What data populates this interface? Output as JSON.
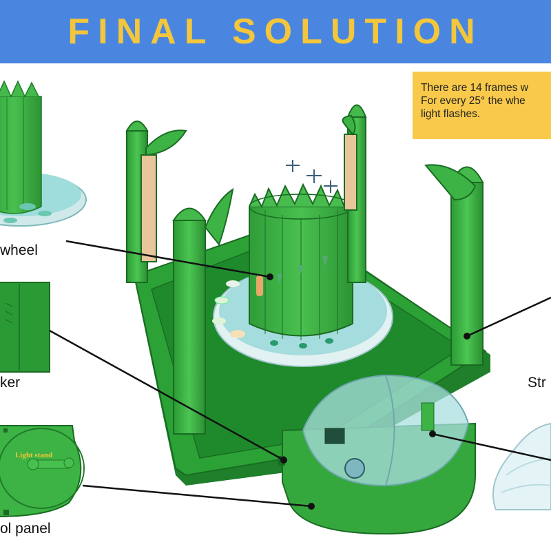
{
  "header": {
    "title": "FINAL SOLUTION"
  },
  "note": {
    "lines": [
      "There are 14 frames w",
      "For every 25° the whe",
      "light flashes."
    ]
  },
  "labels": {
    "wheel": "wheel",
    "speaker": "ker",
    "control_panel": "ol panel",
    "strip": "Str"
  },
  "inset_control_panel": {
    "text": "Light stand"
  },
  "colors": {
    "banner": "#4a86e0",
    "title": "#f3c63b",
    "note": "#f8c94a",
    "green": "#2fa83a",
    "dark_green": "#1f7a2a",
    "water": "#aee3e3"
  }
}
